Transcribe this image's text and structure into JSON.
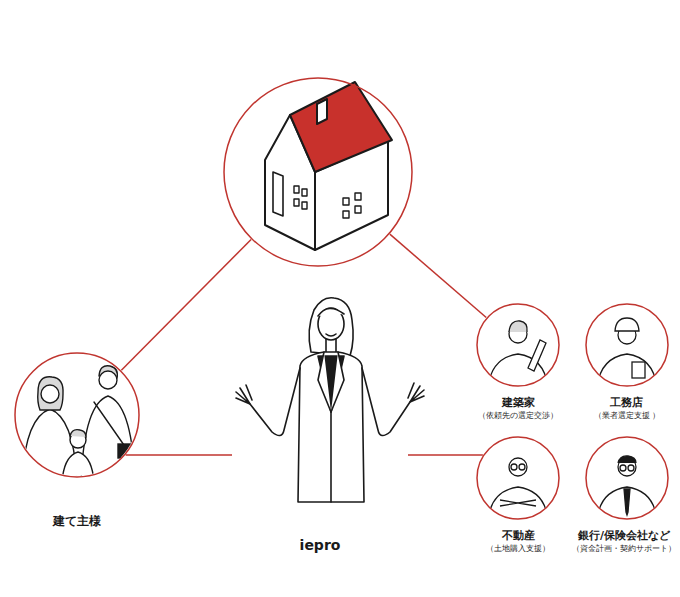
{
  "diagram": {
    "nodes": [
      {
        "text": []
      },
      {
        "text": [
          "建て主様"
        ]
      },
      {
        "text": [
          "iepro"
        ]
      },
      {
        "text": [
          "建築家",
          "（依頼先の選定交渉）"
        ]
      },
      {
        "text": [
          "工務店",
          "（業者選定支援 ）"
        ]
      },
      {
        "text": [
          "不動産",
          "（土地購入支援）"
        ]
      },
      {
        "text": [
          "銀行/保険会社など",
          "（資金計画・契約サポート）"
        ]
      }
    ],
    "edges": [
      {
        "from": 0,
        "to": 1,
        "arrow": "none"
      },
      {
        "from": 0,
        "to": 3,
        "arrow": "none"
      },
      {
        "from": 1,
        "to": 2,
        "arrow": "none"
      },
      {
        "from": 2,
        "to": 5,
        "arrow": "none"
      }
    ]
  }
}
